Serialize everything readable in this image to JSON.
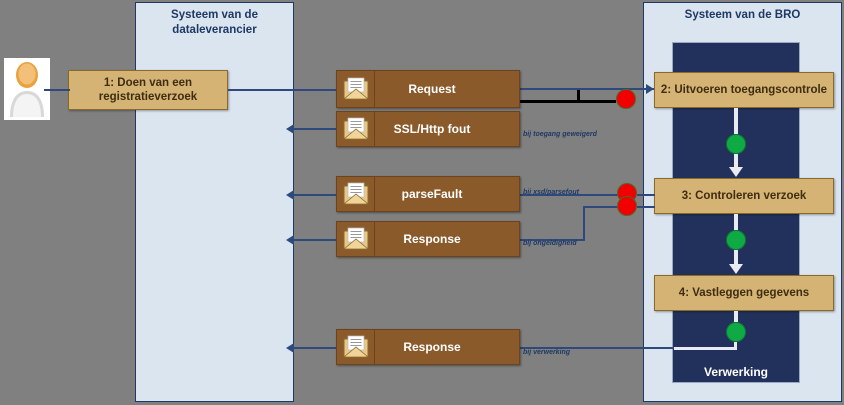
{
  "lanes": [
    {
      "title": "Systeem van de dataleverancier"
    },
    {
      "title": "Systeem van de BRO"
    }
  ],
  "navy_panel": {
    "label": "Verwerking"
  },
  "actor": {
    "name": "actor-icon"
  },
  "activities": [
    {
      "id": "a1",
      "label": "1: Doen van een registratieverzoek"
    },
    {
      "id": "a2",
      "label": "2: Uitvoeren toegangscontrole"
    },
    {
      "id": "a3",
      "label": "3:  Controleren verzoek"
    },
    {
      "id": "a4",
      "label": "4: Vastleggen gegevens"
    }
  ],
  "messages": [
    {
      "id": "m1",
      "label": "Request",
      "icon": "envelope-icon"
    },
    {
      "id": "m2",
      "label": "SSL/Http fout",
      "icon": "envelope-icon"
    },
    {
      "id": "m3",
      "label": "parseFault",
      "icon": "envelope-icon"
    },
    {
      "id": "m4",
      "label": "Response",
      "icon": "envelope-icon"
    },
    {
      "id": "m5",
      "label": "Response",
      "icon": "envelope-icon"
    }
  ],
  "annotations": [
    {
      "id": "n1",
      "text": "bij toegang geweigerd"
    },
    {
      "id": "n2",
      "text": "bij xsd/parsefout"
    },
    {
      "id": "n3",
      "text": "bij ongeldigheid"
    },
    {
      "id": "n4",
      "text": "bij verwerking"
    }
  ],
  "connectors": {
    "red_dots": 3,
    "green_dots": 3
  },
  "colors": {
    "lane_fill": "#dbe5f0",
    "lane_border": "#1f3864",
    "navy": "#22315c",
    "tan": "#d4b375",
    "brown": "#8a5a2b",
    "line": "#2e4a7d",
    "red": "#f20000",
    "green": "#0faa46",
    "canvas": "#808080"
  }
}
